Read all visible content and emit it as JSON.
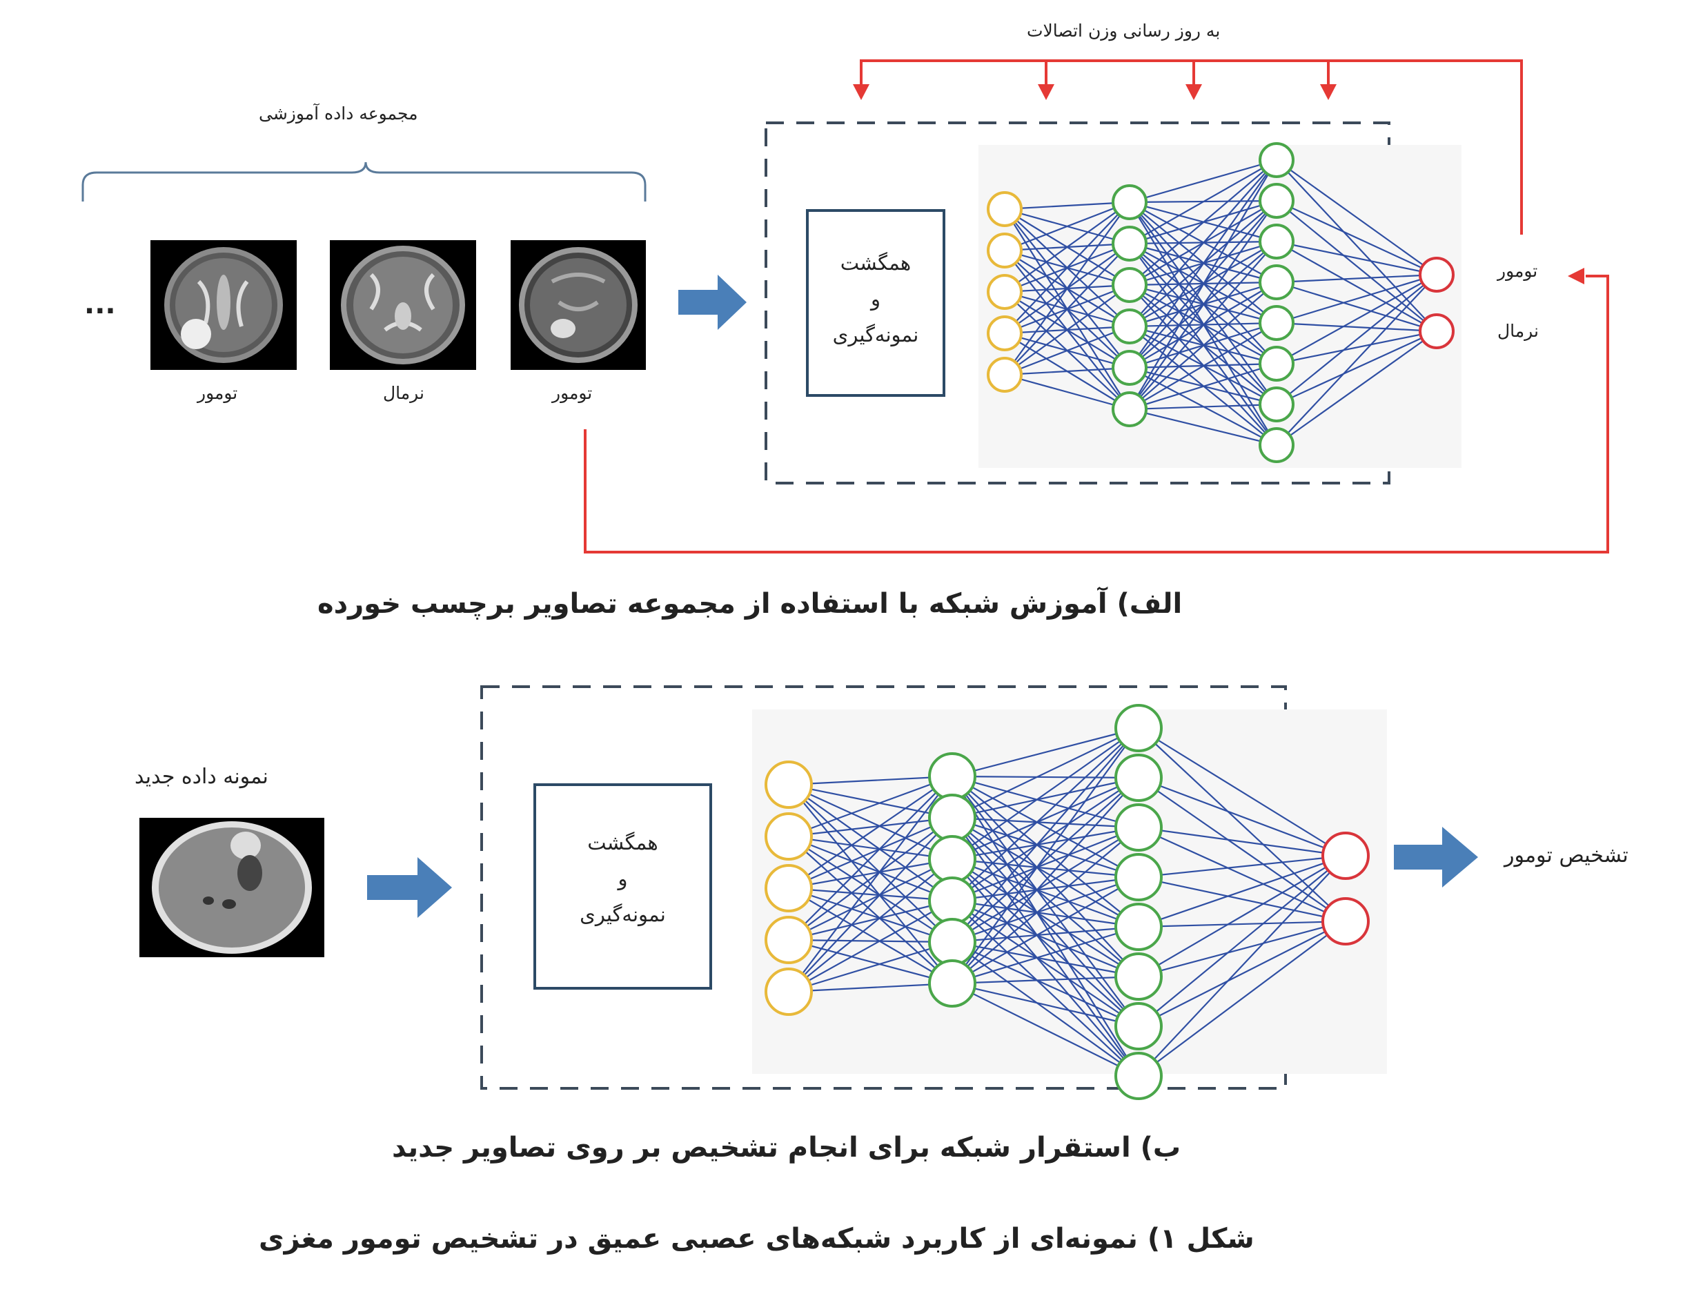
{
  "top_label_update": "به روز رسانی وزن اتصالات",
  "training_set_label": "مجموعه داده آموزشی",
  "ellipsis": "...",
  "images": [
    {
      "label": "تومور"
    },
    {
      "label": "نرمال"
    },
    {
      "label": "تومور"
    }
  ],
  "box": {
    "line1": "همگشت",
    "line2": "و",
    "line3": "نمونه‌گیری"
  },
  "outputs_a": {
    "tumor": "تومور",
    "normal": "نرمال"
  },
  "caption_a": "الف) آموزش شبکه با استفاده از مجموعه تصاویر برچسب خورده",
  "new_sample_label": "نمونه داده جدید",
  "diagnosis_label": "تشخیص تومور",
  "caption_b": "ب) استقرار شبکه برای انجام تشخیص بر روی تصاویر جدید",
  "figure_caption": "شکل ۱) نمونه‌ای از کاربرد شبکه‌های عصبی عمیق در تشخیص تومور مغزی",
  "colors": {
    "input_node": "#e8b93a",
    "hidden_node": "#4aa64a",
    "output_node": "#d9353b",
    "edge": "#2f4fa3",
    "arrow": "#4a7fb8",
    "feedback": "#e53935",
    "dashed_box": "#3c4a5a"
  },
  "network": {
    "layers": [
      5,
      6,
      8,
      2
    ]
  }
}
